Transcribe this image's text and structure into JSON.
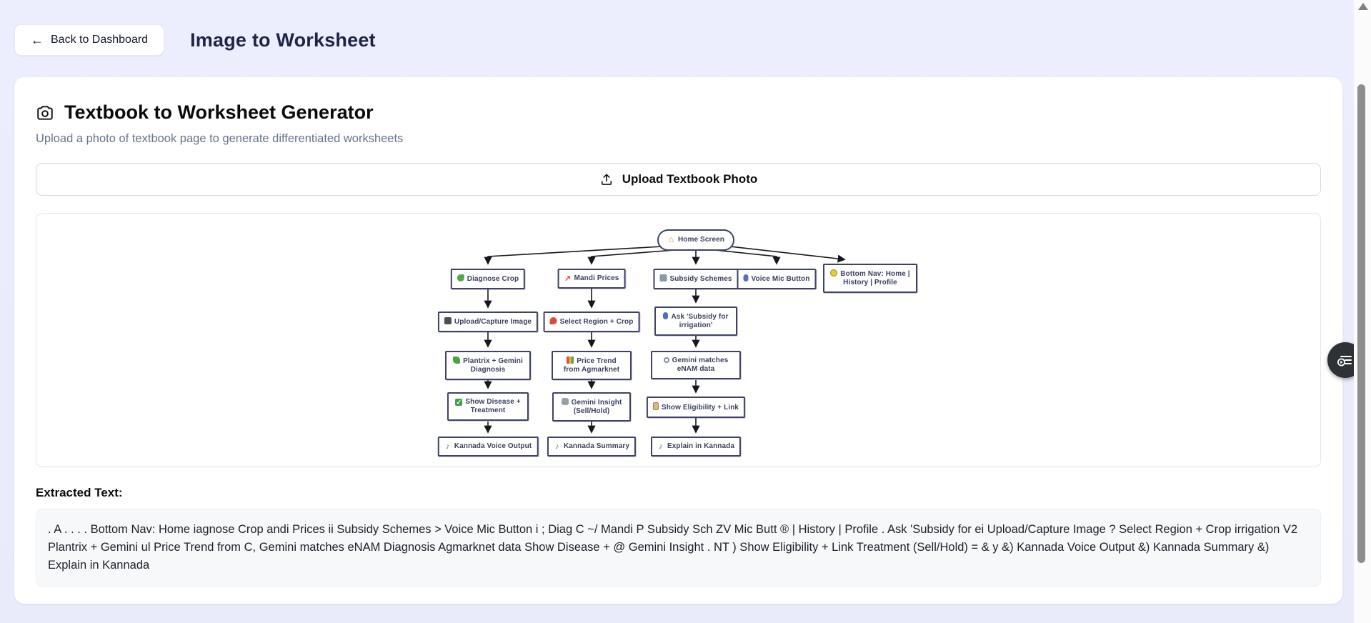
{
  "header": {
    "back_arrow": "←",
    "back_label": "Back to Dashboard",
    "title": "Image to Worksheet"
  },
  "generator": {
    "title": "Textbook to Worksheet Generator",
    "subtitle": "Upload a photo of textbook page to generate differentiated worksheets",
    "upload_button": "Upload Textbook Photo"
  },
  "flowchart": {
    "nodes": [
      {
        "icon": "home-icon",
        "label": "Home Screen"
      },
      {
        "icon": "leaf-icon",
        "label": "Diagnose Crop"
      },
      {
        "icon": "chart-up-icon",
        "label": "Mandi Prices"
      },
      {
        "icon": "bank-icon",
        "label": "Subsidy Schemes"
      },
      {
        "icon": "microphone-icon",
        "label": "Voice Mic Button"
      },
      {
        "icon": "compass-icon",
        "label": "Bottom Nav: Home | History | Profile"
      },
      {
        "icon": "camera-icon",
        "label": "Upload/Capture Image"
      },
      {
        "icon": "pin-icon",
        "label": "Select Region + Crop"
      },
      {
        "icon": "microphone-icon",
        "label": "Ask 'Subsidy for irrigation'"
      },
      {
        "icon": "plant-icon",
        "label": "Plantrix + Gemini Diagnosis"
      },
      {
        "icon": "bar-chart-icon",
        "label": "Price Trend from Agmarknet"
      },
      {
        "icon": "search-icon",
        "label": "Gemini matches eNAM data"
      },
      {
        "icon": "check-icon",
        "label": "Show Disease + Treatment"
      },
      {
        "icon": "robot-icon",
        "label": "Gemini Insight (Sell/Hold)"
      },
      {
        "icon": "clipboard-icon",
        "label": "Show Eligibility + Link"
      },
      {
        "icon": "speaker-icon",
        "label": "Kannada Voice Output"
      },
      {
        "icon": "speaker-icon",
        "label": "Kannada Summary"
      },
      {
        "icon": "speaker-icon",
        "label": "Explain in Kannada"
      }
    ]
  },
  "extracted": {
    "heading": "Extracted Text:",
    "text": ". A . . . . Bottom Nav: Home iagnose Crop andi Prices ii Subsidy Schemes > Voice Mic Button i ; Diag C ~/ Mandi P Subsidy Sch ZV Mic Butt ® | History | Profile . Ask 'Subsidy for ei Upload/Capture Image ? Select Region + Crop irrigation V2 Plantrix + Gemini ul Price Trend from C, Gemini matches eNAM Diagnosis Agmarknet data Show Disease + @ Gemini Insight . NT ) Show Eligibility + Link Treatment (Sell/Hold) = & y &) Kannada Voice Output &) Kannada Summary &) Explain in Kannada"
  },
  "colors": {
    "page_background": "#eceefd",
    "card_background": "#ffffff",
    "title_navy": "#1e2443",
    "node_border": "#3e4366",
    "fab_background": "#2e3236"
  }
}
